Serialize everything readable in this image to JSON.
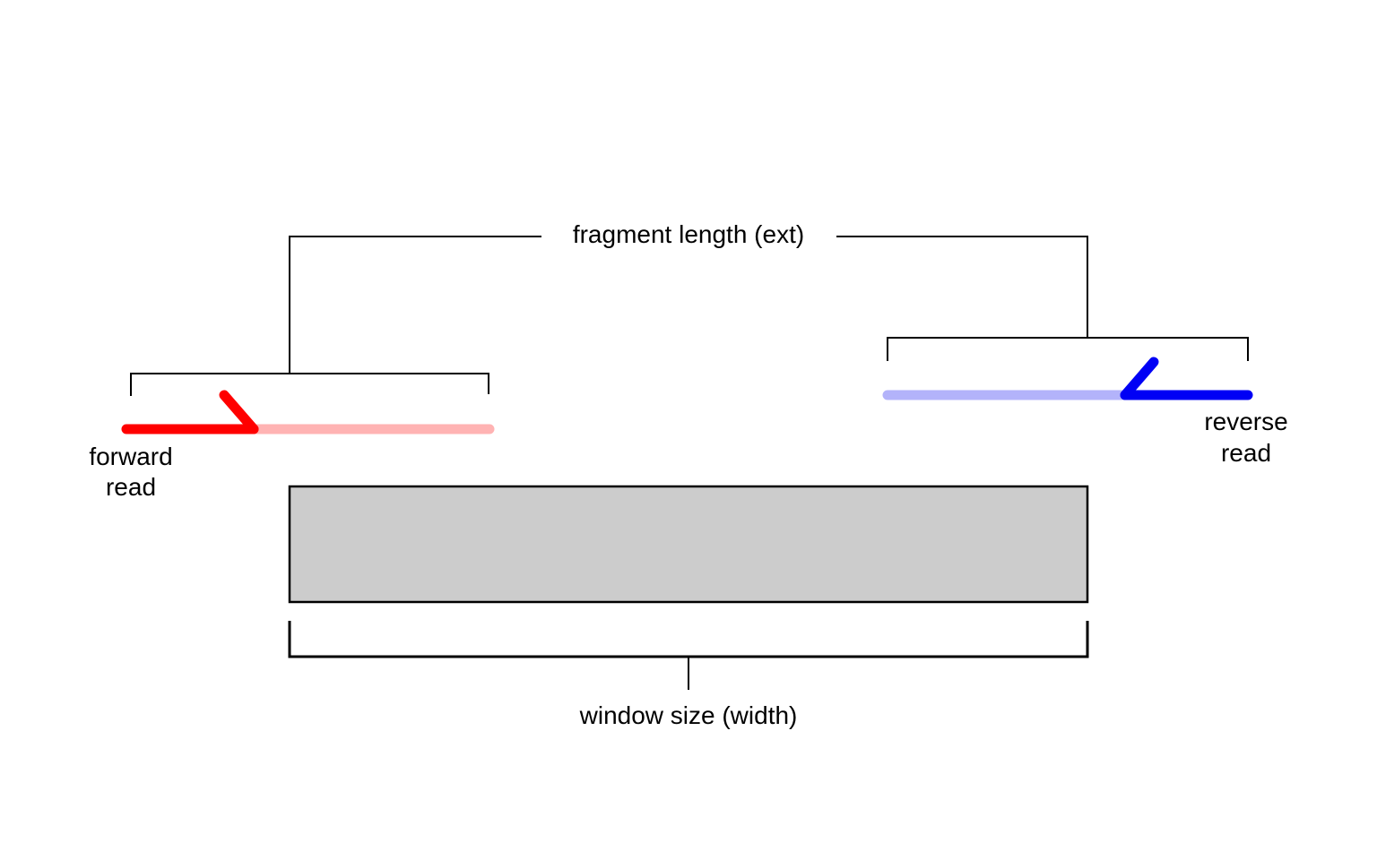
{
  "figure": {
    "description": "Schematic of paired read extension: forward and reverse reads extended to fragment length over a counting window",
    "background": "#ffffff",
    "annotations": {
      "fragment_length_label": "fragment length (ext)",
      "window_size_label": "window size (width)",
      "forward_read_label_line1": "forward",
      "forward_read_label_line2": "read",
      "reverse_read_label_line1": "reverse",
      "reverse_read_label_line2": "read"
    },
    "colors": {
      "forward_read": "#ff0000",
      "forward_extension": "#ffb3b3",
      "reverse_read": "#0000f5",
      "reverse_extension": "#b3b3fa",
      "window_fill": "#cccccc",
      "line": "#000000",
      "text": "#000000"
    }
  }
}
